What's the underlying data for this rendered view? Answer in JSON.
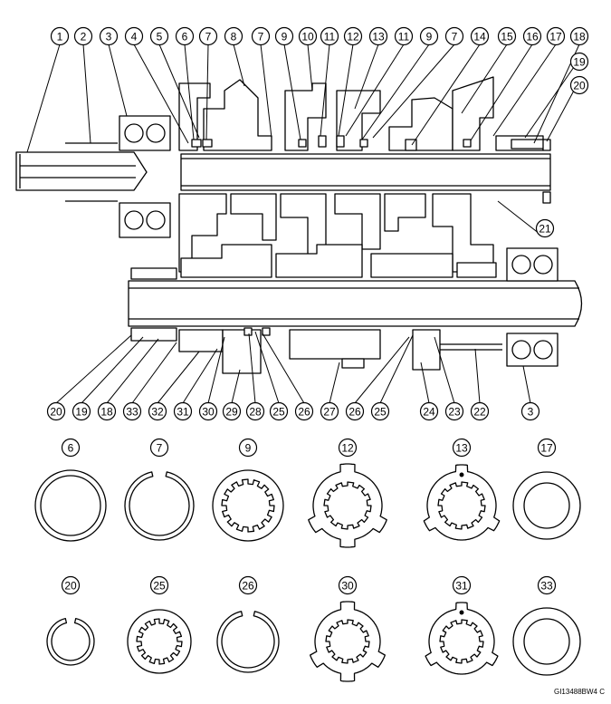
{
  "diagram": {
    "top_callouts": [
      "1",
      "2",
      "3",
      "4",
      "5",
      "6",
      "7",
      "8",
      "7",
      "9",
      "10",
      "11",
      "12",
      "13",
      "11",
      "9",
      "7",
      "14",
      "15",
      "16",
      "17",
      "18"
    ],
    "side_callouts": [
      "19",
      "20",
      "21"
    ],
    "bottom_callouts": [
      "20",
      "19",
      "18",
      "33",
      "32",
      "31",
      "30",
      "29",
      "28",
      "25",
      "26",
      "27",
      "26",
      "25",
      "24",
      "23",
      "22",
      "3"
    ],
    "part_row1": [
      "6",
      "7",
      "9",
      "12",
      "13",
      "17"
    ],
    "part_row2": [
      "20",
      "25",
      "26",
      "30",
      "31",
      "33"
    ],
    "code": "GI13488BW4 C"
  }
}
